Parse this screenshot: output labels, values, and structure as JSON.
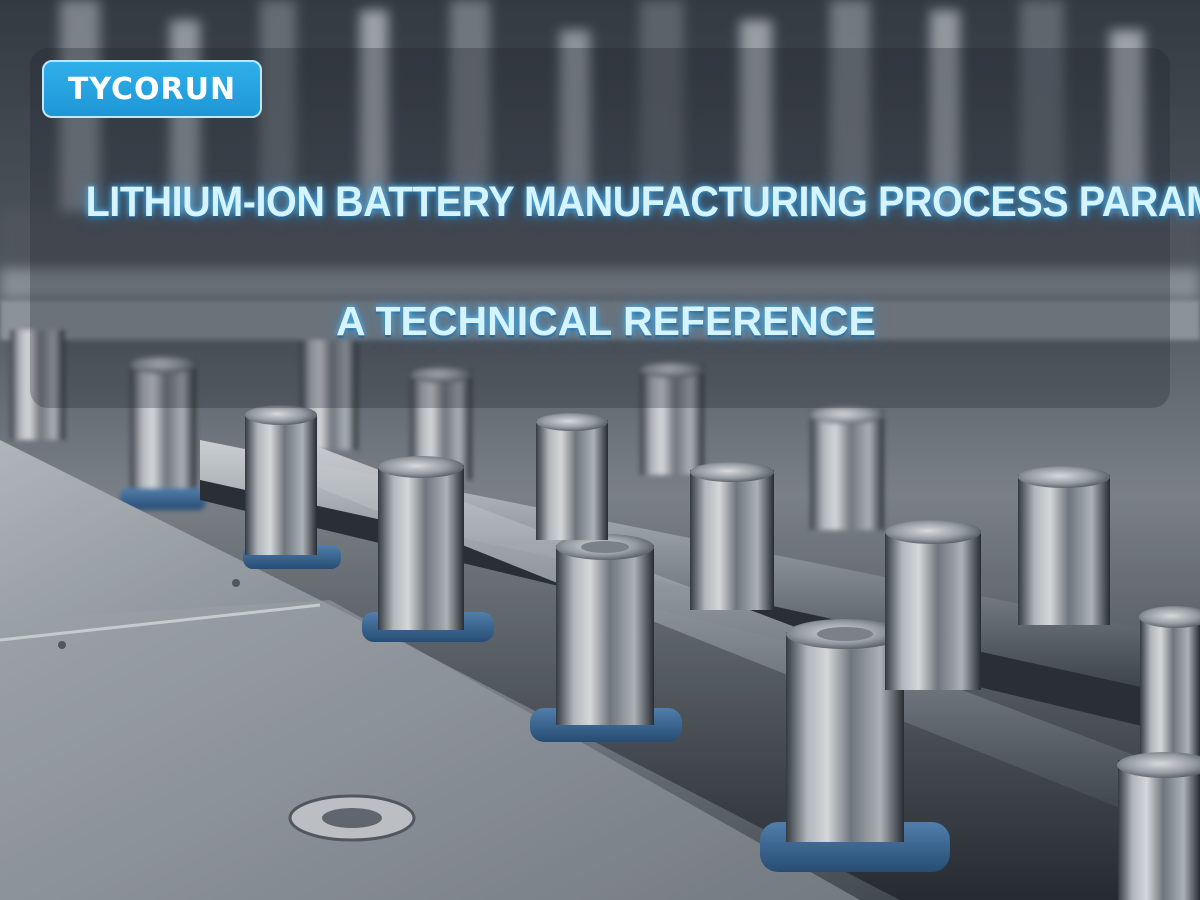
{
  "brand": {
    "logo_text": "TYCORUN",
    "logo_color": "#25a4e2"
  },
  "banner": {
    "headline": "LITHIUM-ION BATTERY MANUFACTURING PROCESS PARAMETERS",
    "subheadline": "A TECHNICAL REFERENCE",
    "text_color": "#d6f4ff",
    "glow_color": "#3fb6f2"
  },
  "scene": {
    "subject": "cylindrical-battery-cells-on-conveyor-line",
    "cell_holder_color": "#3c6e9e"
  }
}
